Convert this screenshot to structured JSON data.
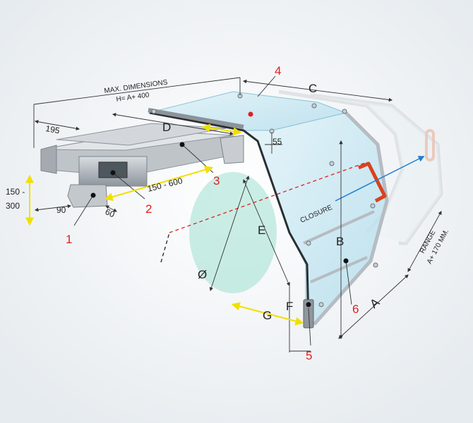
{
  "colors": {
    "callout": "#e02020",
    "dimension_arrow": "#f0e000",
    "closure_arrow": "#1f7fd0",
    "blade": "#9fe0cf",
    "handle": "#d9421e",
    "guard_glass": "#bfe6f2",
    "frame": "#a9b0b8"
  },
  "labels": {
    "max_dim_line1": "MAX. DIMENSIONS",
    "max_dim_line2": "H=  A+ 400",
    "range_line1": "RANGE",
    "range_line2": "A+ 170 MM.",
    "closure": "CLOSURE",
    "diameter": "Ø"
  },
  "dimensions": {
    "d195": "195",
    "d150_300_a": "150 -",
    "d150_300_b": "300",
    "d90": "90",
    "d60": "60",
    "d55": "55",
    "d150_600": "150 - 600"
  },
  "letters": {
    "A": "A",
    "B": "B",
    "C": "C",
    "D": "D",
    "E": "E",
    "F": "F",
    "G": "G"
  },
  "callouts": {
    "c1": "1",
    "c2": "2",
    "c3": "3",
    "c4": "4",
    "c5": "5",
    "c6": "6"
  }
}
